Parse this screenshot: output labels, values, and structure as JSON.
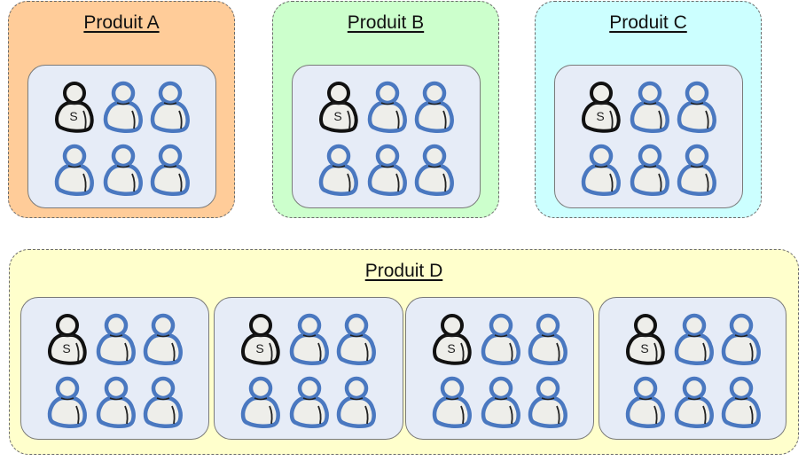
{
  "products": [
    {
      "id": "A",
      "title": "Produit A",
      "color": "#ffcc99",
      "teams": [
        {
          "lead_label": "S",
          "members": 5
        }
      ]
    },
    {
      "id": "B",
      "title": "Produit B",
      "color": "#ccffcc",
      "teams": [
        {
          "lead_label": "S",
          "members": 5
        }
      ]
    },
    {
      "id": "C",
      "title": "Produit C",
      "color": "#ccffff",
      "teams": [
        {
          "lead_label": "S",
          "members": 5
        }
      ]
    },
    {
      "id": "D",
      "title": "Produit D",
      "color": "#ffffcc",
      "teams": [
        {
          "lead_label": "S",
          "members": 5
        },
        {
          "lead_label": "S",
          "members": 5
        },
        {
          "lead_label": "S",
          "members": 5
        },
        {
          "lead_label": "S",
          "members": 5
        }
      ]
    }
  ],
  "colors": {
    "member_outline": "#4a78c0",
    "lead_outline": "#111111",
    "figure_fill": "#eeeeea",
    "team_bg": "#e6ecf7"
  }
}
